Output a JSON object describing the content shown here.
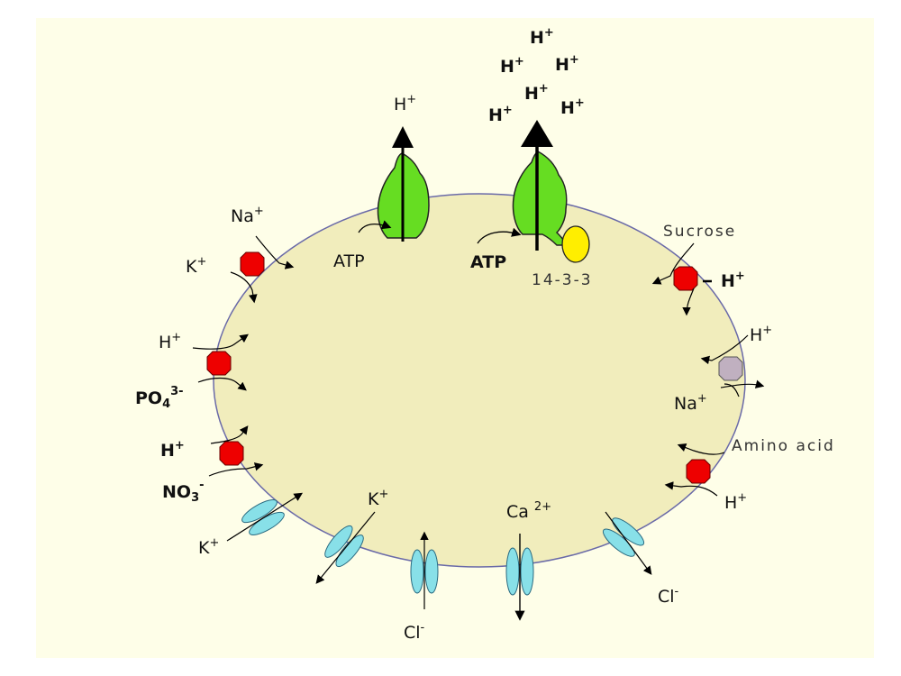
{
  "colors": {
    "background": "#fefee8",
    "cell_fill": "#f1edbc",
    "cell_border": "#6a6aa8",
    "pump_green": "#66dd22",
    "carrier_red": "#ee0000",
    "carrier_grey": "#c0b0c0",
    "protein_yellow": "#ffee00",
    "channel_cyan": "#88e0e8"
  },
  "labels": {
    "h_plus_1": {
      "base": "H",
      "sup": "+"
    },
    "h_plus_cloud": [
      {
        "base": "H",
        "sup": "+"
      },
      {
        "base": "H",
        "sup": "+"
      },
      {
        "base": "H",
        "sup": "+"
      },
      {
        "base": "H",
        "sup": "+"
      },
      {
        "base": "H",
        "sup": "+"
      },
      {
        "base": "H",
        "sup": "+"
      }
    ],
    "atp_left": "ATP",
    "atp_right": "ATP",
    "protein_14_3_3": "14-3-3",
    "sucrose": "Sucrose",
    "h_plus_sucrose": {
      "base": "H",
      "sup": "+"
    },
    "h_plus_na": {
      "base": "H",
      "sup": "+"
    },
    "na_right": {
      "base": "Na",
      "sup": "+"
    },
    "amino_acid": "Amino acid",
    "h_plus_amino": {
      "base": "H",
      "sup": "+"
    },
    "na_left": {
      "base": "Na",
      "sup": "+"
    },
    "k_left": {
      "base": "K",
      "sup": "+"
    },
    "h_plus_po4": {
      "base": "H",
      "sup": "+"
    },
    "po4": {
      "base": "PO",
      "sub": "4",
      "sup": "3-"
    },
    "h_plus_no3": {
      "base": "H",
      "sup": "+"
    },
    "no3": {
      "base": "NO",
      "sub": "3",
      "sup": "-"
    },
    "k_channel_outer": {
      "base": "K",
      "sup": "+"
    },
    "k_channel_inner": {
      "base": "K",
      "sup": "+"
    },
    "cl_bottom": {
      "base": "Cl",
      "sup": "-"
    },
    "ca_bottom": {
      "base": "Ca",
      "sup": "2+"
    },
    "cl_right": {
      "base": "Cl",
      "sup": "-"
    }
  }
}
